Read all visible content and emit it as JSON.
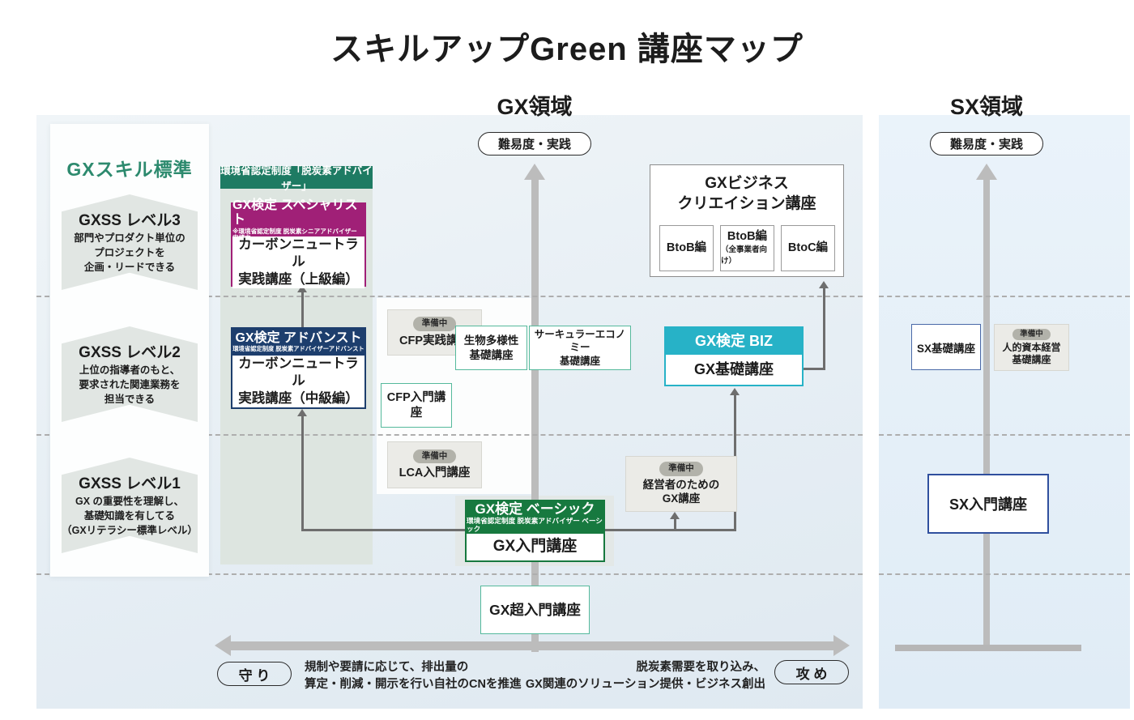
{
  "title": "スキルアップGreen 講座マップ",
  "regions": {
    "gx": {
      "label": "GX領域",
      "axis_pill": "難易度・実践"
    },
    "sx": {
      "label": "SX領域",
      "axis_pill": "難易度・実践"
    }
  },
  "sidebar": {
    "title": "GXスキル標準",
    "levels": [
      {
        "name": "GXSS レベル3",
        "desc": "部門やプロダクト単位の\nプロジェクトを\n企画・リードできる"
      },
      {
        "name": "GXSS レベル2",
        "desc": "上位の指導者のもと、\n要求された関連業務を\n担当できる"
      },
      {
        "name": "GXSS レベル1",
        "desc": "GX の重要性を理解し、\n基礎知識を有してる\n（GXリテラシー標準レベル）"
      }
    ]
  },
  "cert_banner": "環境省認定制度「脱炭素アドバイザー」",
  "cert_boxes": {
    "specialist": {
      "header": "GX検定 スペシャリスト",
      "sub": "※環境省認定制度 脱炭素シニアアドバイザー 申請中",
      "body": "カーボンニュートラル\n実践講座（上級編）"
    },
    "advanced": {
      "header": "GX検定 アドバンスト",
      "sub": "環境省認定制度 脱炭素アドバイザーアドバンスト",
      "body": "カーボンニュートラル\n実践講座（中級編）"
    },
    "biz": {
      "header": "GX検定 BIZ",
      "body": "GX基礎講座"
    },
    "basic": {
      "header": "GX検定 ベーシック",
      "sub": "環境省認定制度 脱炭素アドバイザー ベーシック",
      "body": "GX入門講座"
    }
  },
  "business_creation": {
    "title": "GXビジネス\nクリエイション講座",
    "editions": [
      {
        "label": "BtoB編",
        "note": ""
      },
      {
        "label": "BtoB編",
        "note": "（全事業者向け）"
      },
      {
        "label": "BtoC編",
        "note": ""
      }
    ]
  },
  "prep_label": "準備中",
  "courses": {
    "cfp_practice": "CFP実践講座",
    "cfp_intro": "CFP入門講座",
    "lca_intro": "LCA入門講座",
    "biodiversity": "生物多様性\n基礎講座",
    "circular_economy": "サーキュラーエコノミー\n基礎講座",
    "executive_gx": "経営者のための\nGX講座",
    "gx_super_intro": "GX超入門講座",
    "sx_basic": "SX基礎講座",
    "human_capital": "人的資本経営\n基礎講座",
    "sx_intro": "SX入門講座"
  },
  "bottom_axis": {
    "defense_pill": "守 り",
    "defense_text": "規制や要請に応じて、排出量の\n算定・削減・開示を行い自社のCNを推進",
    "offense_pill": "攻 め",
    "offense_text": "脱炭素需要を取り込み、\nGX関連のソリューション提供・ビジネス創出"
  },
  "colors": {
    "cert_banner_green": "#1e7b63",
    "basic_green": "#17793f",
    "specialist_magenta": "#a02077",
    "advanced_navy": "#1d3e6d",
    "biz_cyan": "#27b2c7",
    "course_teal_border": "#55b99c",
    "sx_blue_border": "#3a5aa5",
    "skill_title_green": "#2d8a6e",
    "axis_gray": "#bcbcbc",
    "connector_gray": "#6e6e6e"
  }
}
